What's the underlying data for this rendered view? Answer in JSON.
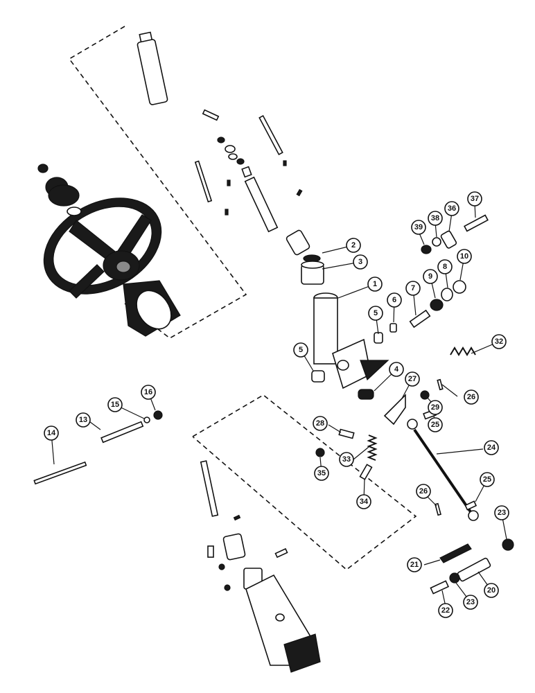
{
  "callouts": [
    {
      "id": "c1",
      "label": "1"
    },
    {
      "id": "c2",
      "label": "2"
    },
    {
      "id": "c3",
      "label": "3"
    },
    {
      "id": "c4",
      "label": "4"
    },
    {
      "id": "c5a",
      "label": "5"
    },
    {
      "id": "c5b",
      "label": "5"
    },
    {
      "id": "c6",
      "label": "6"
    },
    {
      "id": "c7",
      "label": "7"
    },
    {
      "id": "c8",
      "label": "8"
    },
    {
      "id": "c9",
      "label": "9"
    },
    {
      "id": "c10",
      "label": "10"
    },
    {
      "id": "c13",
      "label": "13"
    },
    {
      "id": "c14",
      "label": "14"
    },
    {
      "id": "c15",
      "label": "15"
    },
    {
      "id": "c16",
      "label": "16"
    },
    {
      "id": "c20",
      "label": "20"
    },
    {
      "id": "c21",
      "label": "21"
    },
    {
      "id": "c22",
      "label": "22"
    },
    {
      "id": "c23a",
      "label": "23"
    },
    {
      "id": "c23b",
      "label": "23"
    },
    {
      "id": "c24",
      "label": "24"
    },
    {
      "id": "c25a",
      "label": "25"
    },
    {
      "id": "c25b",
      "label": "25"
    },
    {
      "id": "c26a",
      "label": "26"
    },
    {
      "id": "c26b",
      "label": "26"
    },
    {
      "id": "c27",
      "label": "27"
    },
    {
      "id": "c28",
      "label": "28"
    },
    {
      "id": "c29",
      "label": "29"
    },
    {
      "id": "c32",
      "label": "32"
    },
    {
      "id": "c33",
      "label": "33"
    },
    {
      "id": "c34",
      "label": "34"
    },
    {
      "id": "c35",
      "label": "35"
    },
    {
      "id": "c36",
      "label": "36"
    },
    {
      "id": "c37",
      "label": "37"
    },
    {
      "id": "c38",
      "label": "38"
    },
    {
      "id": "c39",
      "label": "39"
    }
  ]
}
